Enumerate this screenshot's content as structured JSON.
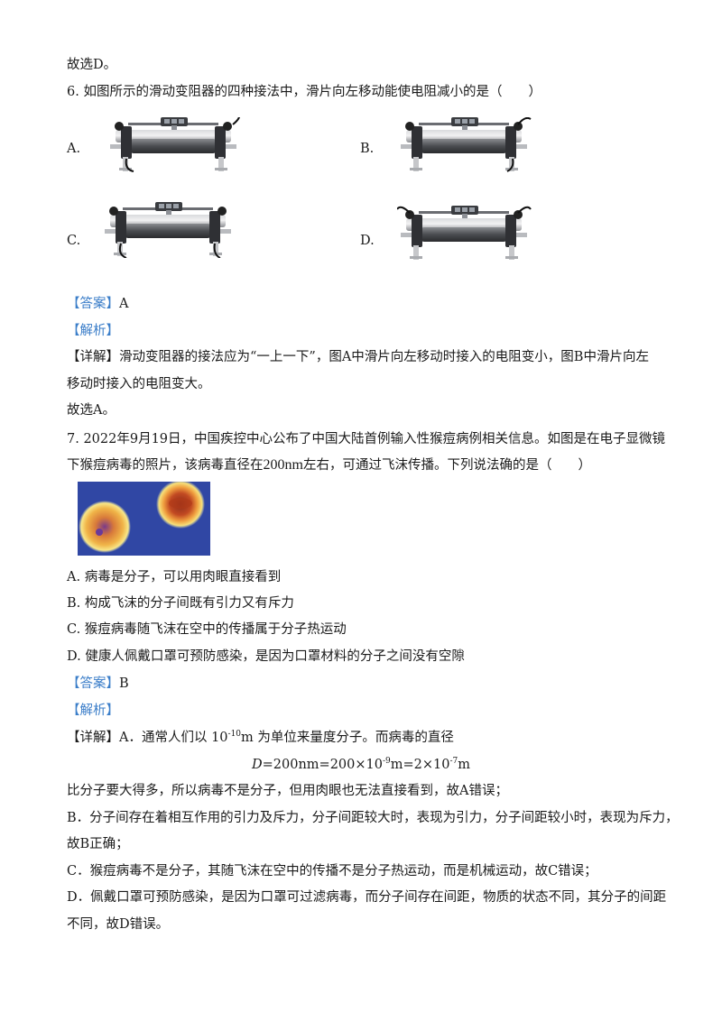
{
  "top_line": "故选D。",
  "q6": {
    "stem": "6. 如图所示的滑动变阻器的四种接法中，滑片向左移动能使电阻减小的是（　　）",
    "options": [
      "A.",
      "B.",
      "C.",
      "D."
    ],
    "answer_tag": "【答案】",
    "answer": "A",
    "analysis_tag": "【解析】",
    "detail_tag": "【详解】",
    "detail_line1": "滑动变阻器的接法应为“一上一下”，图A中滑片向左移动时接入的电阻变小，图B中滑片向左",
    "detail_line2": "移动时接入的电阻变大。",
    "conclusion": "故选A。"
  },
  "q7": {
    "stem_line1": "7. 2022年9月19日，中国疾控中心公布了中国大陆首例输入性猴痘病例相关信息。如图是在电子显微镜",
    "stem_line2_pre": "下猴痘病毒的照片，该病毒直径在",
    "stem_value": "200nm",
    "stem_line2_post": "左右，可通过飞沫传播。下列说法确的是（　　）",
    "options": [
      "A. 病毒是分子，可以用肉眼直接看到",
      "B. 构成飞沫的分子间既有引力又有斥力",
      "C. 猴痘病毒随飞沫在空中的传播属于分子热运动",
      "D. 健康人佩戴口罩可预防感染，是因为口罩材料的分子之间没有空隙"
    ],
    "answer_tag": "【答案】",
    "answer": "B",
    "analysis_tag": "【解析】",
    "detail_tag": "【详解】",
    "detail_a_pre": "A．通常人们以 10",
    "detail_a_exp": "-10",
    "detail_a_post": "m 为单位来量度分子。而病毒的直径",
    "formula": {
      "p1": "D",
      "p2": "=200nm=200×10",
      "e1": "-9",
      "p3": "m=2×10",
      "e2": "-7",
      "p4": "m"
    },
    "detail_a_line3": "比分子要大得多，所以病毒不是分子，但用肉眼也无法直接看到，故A错误；",
    "detail_b_line1": "B．分子间存在着相互作用的引力及斥力，分子间距较大时，表现为引力，分子间距较小时，表现为斥力，",
    "detail_b_line2": "故B正确；",
    "detail_c": "C．猴痘病毒不是分子，其随飞沫在空中的传播不是分子热运动，而是机械运动，故C错误；",
    "detail_d_line1": "D．佩戴口罩可预防感染，是因为口罩可过滤病毒，而分子间存在间距，物质的状态不同，其分子的间距",
    "detail_d_line2": "不同，故D错误。"
  },
  "colors": {
    "text": "#1a1a1a",
    "bracket": "#3b7ec9"
  },
  "icons": [
    "rheostat-image",
    "virus-micrograph"
  ]
}
